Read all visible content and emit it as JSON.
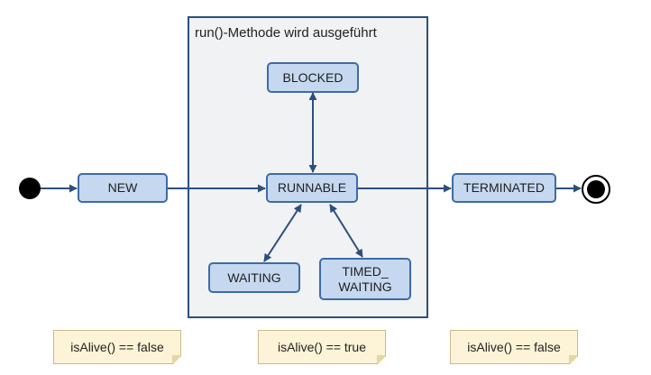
{
  "region": {
    "title": "run()-Methode wird ausgeführt"
  },
  "states": {
    "new": "NEW",
    "runnable": "RUNNABLE",
    "blocked": "BLOCKED",
    "waiting": "WAITING",
    "timed_waiting": "TIMED_\nWAITING",
    "terminated": "TERMINATED"
  },
  "notes": {
    "before": "isAlive() == false",
    "during": "isAlive() == true",
    "after": "isAlive() == false"
  },
  "colors": {
    "state_fill": "#c5d8ef",
    "state_border": "#3d6ba6",
    "arrow": "#2d4f7c",
    "region_fill": "#f1f2f4",
    "note_fill": "#fdf3d6"
  }
}
